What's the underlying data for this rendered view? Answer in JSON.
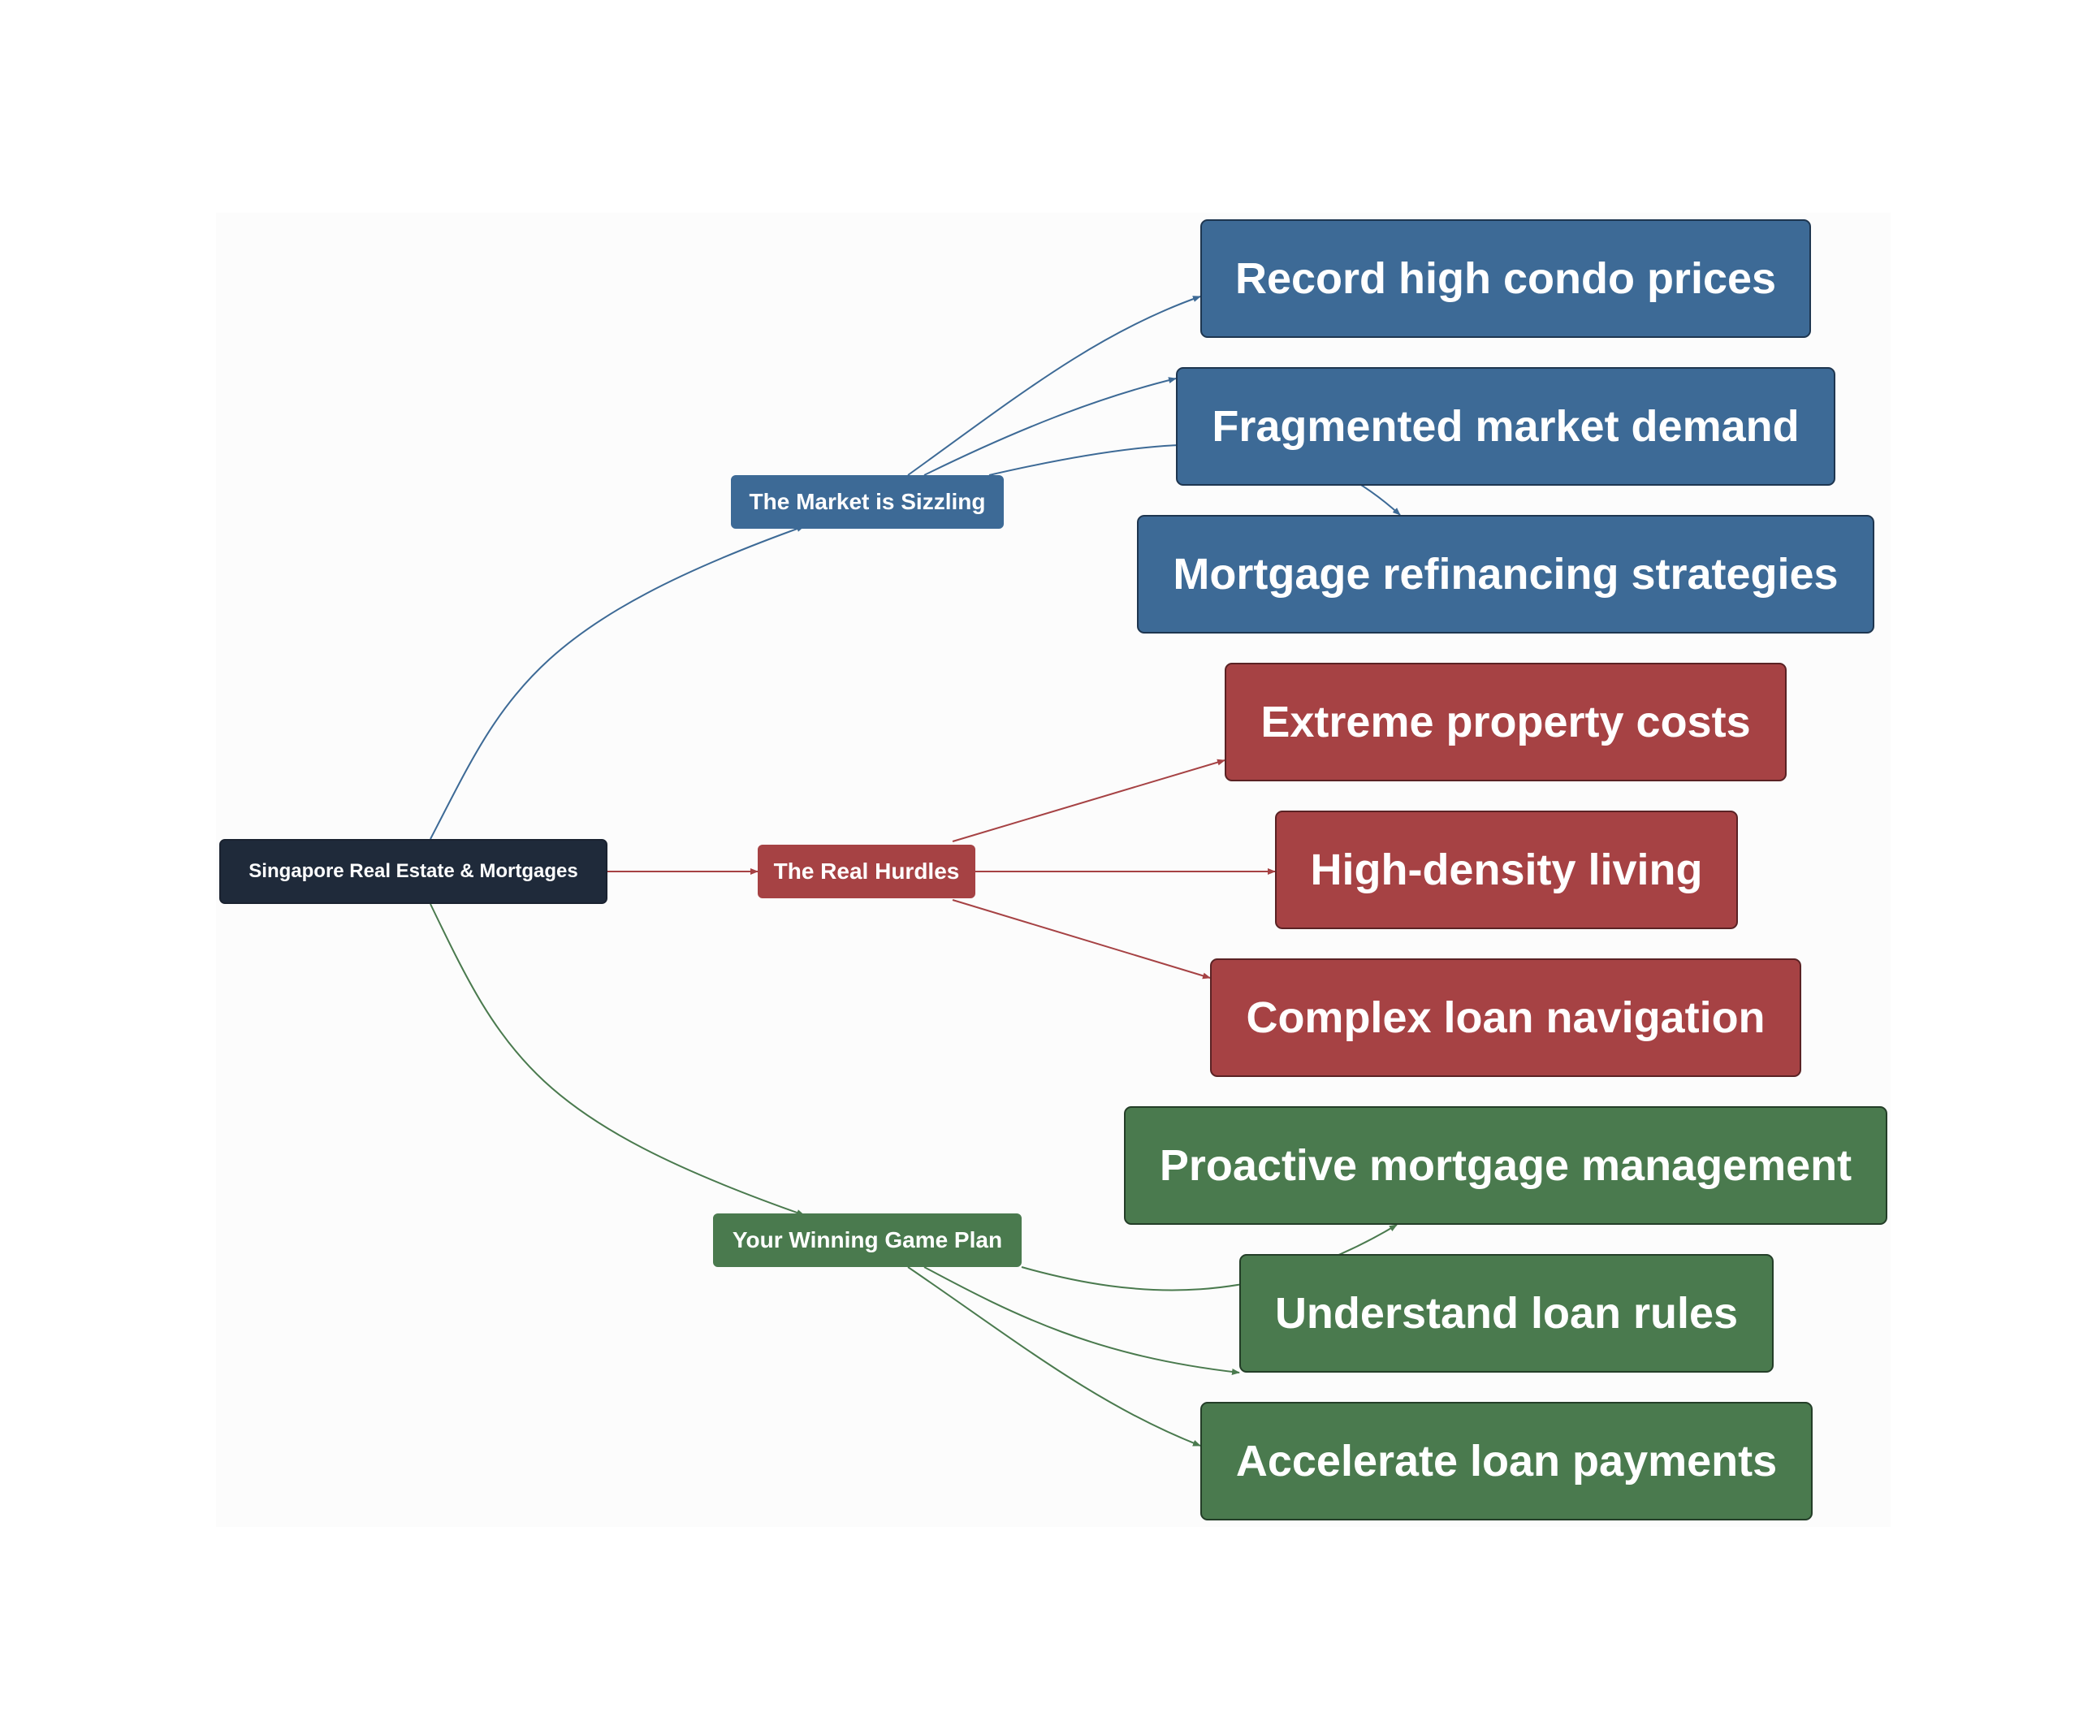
{
  "root": {
    "label": "Singapore Real Estate & Mortgages"
  },
  "categories": [
    {
      "label": "The Market is Sizzling",
      "color": "#3d6a96",
      "children": [
        "Record high condo prices",
        "Fragmented market demand",
        "Mortgage refinancing strategies"
      ]
    },
    {
      "label": "The Real Hurdles",
      "color": "#a64244",
      "children": [
        "Extreme property costs",
        "High-density living",
        "Complex loan navigation"
      ]
    },
    {
      "label": "Your Winning Game Plan",
      "color": "#4a7a4e",
      "children": [
        "Proactive mortgage management",
        "Understand loan rules",
        "Accelerate loan payments"
      ]
    }
  ]
}
